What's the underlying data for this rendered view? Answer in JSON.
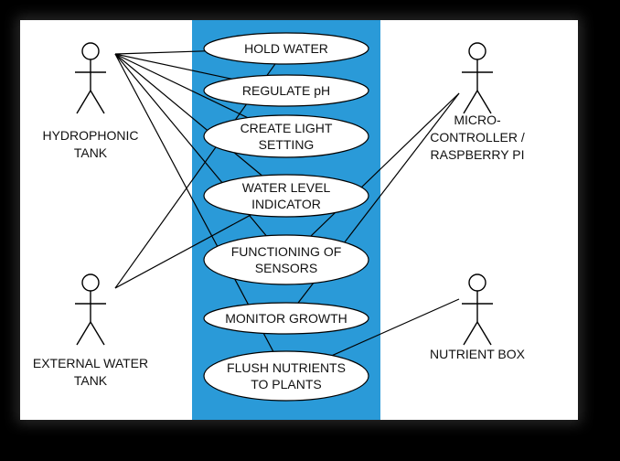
{
  "diagram": {
    "system_color": "#2a9ad8",
    "actors": [
      {
        "id": "hydro",
        "label_lines": [
          "HYDROPHONIC",
          "TANK"
        ]
      },
      {
        "id": "external",
        "label_lines": [
          "EXTERNAL WATER",
          "TANK"
        ]
      },
      {
        "id": "micro",
        "label_lines": [
          "MICRO-",
          "CONTROLLER /",
          "RASPBERRY PI"
        ]
      },
      {
        "id": "nutrient",
        "label_lines": [
          "NUTRIENT BOX"
        ]
      }
    ],
    "use_cases": [
      {
        "id": "hold",
        "label_lines": [
          "HOLD WATER"
        ]
      },
      {
        "id": "ph",
        "label_lines": [
          "REGULATE pH"
        ]
      },
      {
        "id": "light",
        "label_lines": [
          "CREATE LIGHT",
          "SETTING"
        ]
      },
      {
        "id": "level",
        "label_lines": [
          "WATER LEVEL",
          "INDICATOR"
        ]
      },
      {
        "id": "sensors",
        "label_lines": [
          "FUNCTIONING OF",
          "SENSORS"
        ]
      },
      {
        "id": "growth",
        "label_lines": [
          "MONITOR GROWTH"
        ]
      },
      {
        "id": "flush",
        "label_lines": [
          "FLUSH NUTRIENTS",
          "TO PLANTS"
        ]
      }
    ],
    "associations": [
      [
        "hydro",
        "hold"
      ],
      [
        "hydro",
        "ph"
      ],
      [
        "hydro",
        "light"
      ],
      [
        "hydro",
        "level"
      ],
      [
        "hydro",
        "sensors"
      ],
      [
        "hydro",
        "flush"
      ],
      [
        "external",
        "hold"
      ],
      [
        "external",
        "level"
      ],
      [
        "micro",
        "sensors"
      ],
      [
        "micro",
        "growth"
      ],
      [
        "nutrient",
        "flush"
      ]
    ]
  }
}
